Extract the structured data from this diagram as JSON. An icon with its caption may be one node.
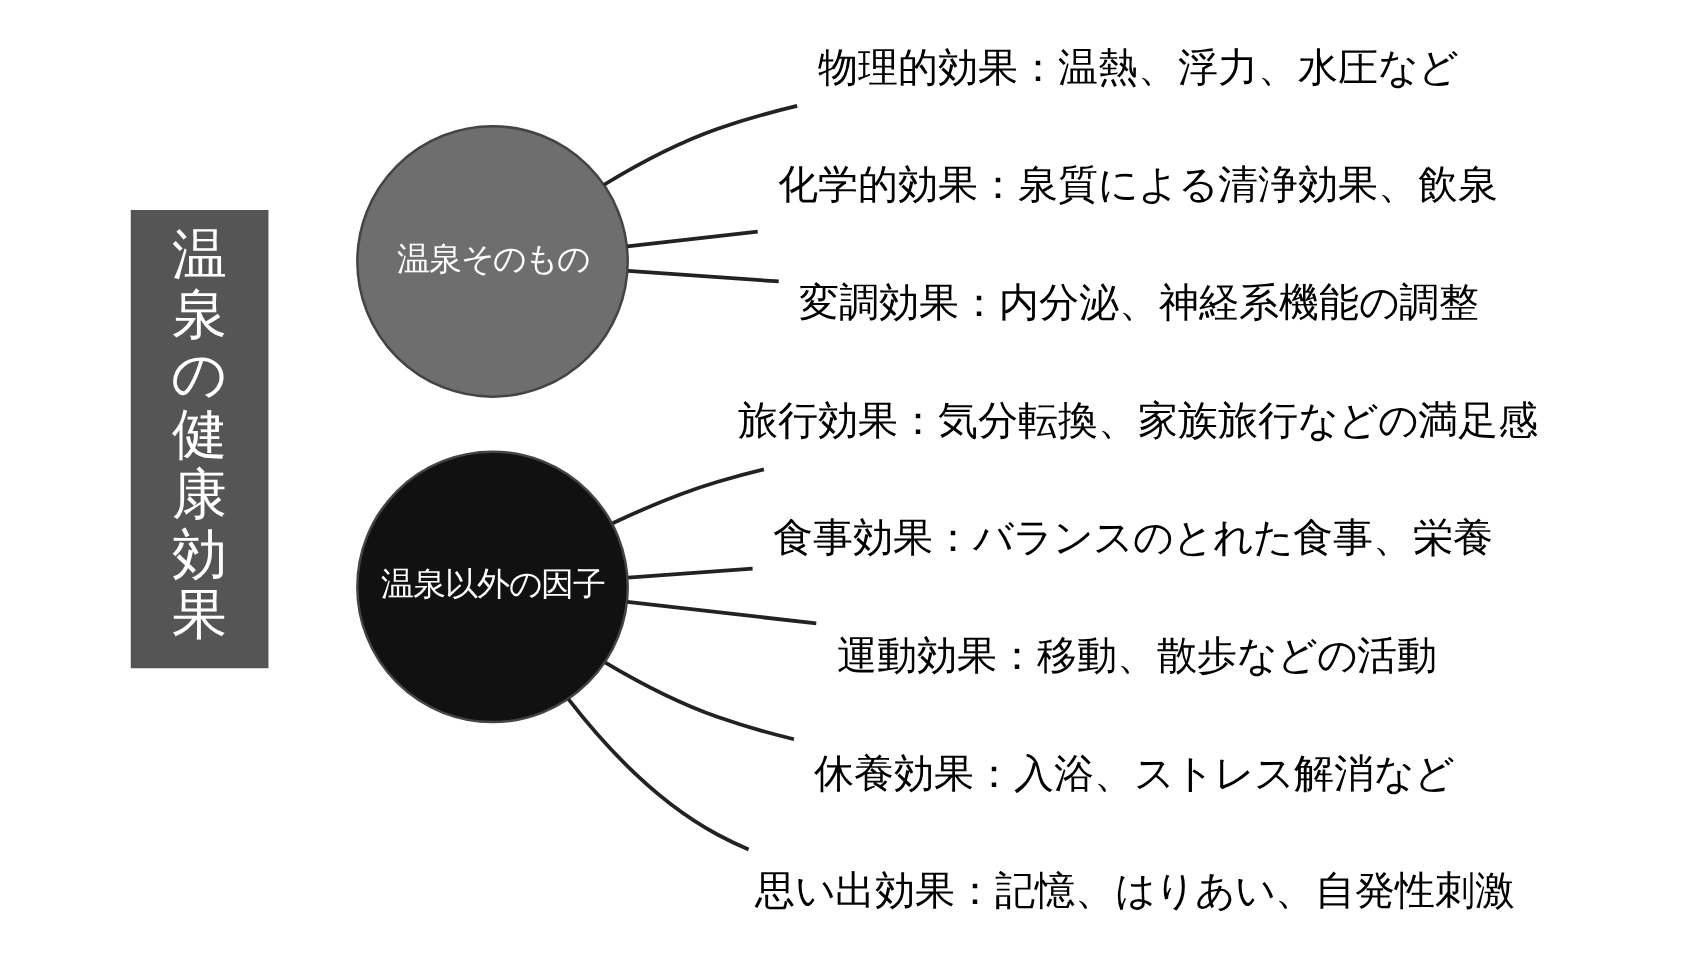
{
  "diagram": {
    "nodes": [
      {
        "text": [
          "温泉の健康効果"
        ]
      },
      {
        "text": [
          "温泉そのもの"
        ]
      },
      {
        "text": [
          "物理的効果：温熱、浮力、水圧など"
        ]
      },
      {
        "text": [
          "化学的効果：泉質による清浄効果、飲泉"
        ]
      },
      {
        "text": [
          "変調効果：内分泌、神経系機能の調整"
        ]
      },
      {
        "text": [
          "温泉以外の因子"
        ]
      },
      {
        "text": [
          "旅行効果：気分転換、家族旅行などの満足感"
        ]
      },
      {
        "text": [
          "食事効果：バランスのとれた食事、栄養"
        ]
      },
      {
        "text": [
          "運動効果：移動、散歩などの活動"
        ]
      },
      {
        "text": [
          "休養効果：入浴、ストレス解消など"
        ]
      },
      {
        "text": [
          "思い出効果：記憶、はりあい、自発性刺激"
        ]
      }
    ],
    "edges": [
      {
        "from": 1,
        "to": 2,
        "arrow": "none"
      },
      {
        "from": 1,
        "to": 3,
        "arrow": "none"
      },
      {
        "from": 1,
        "to": 4,
        "arrow": "none"
      },
      {
        "from": 5,
        "to": 6,
        "arrow": "none"
      },
      {
        "from": 5,
        "to": 7,
        "arrow": "none"
      },
      {
        "from": 5,
        "to": 8,
        "arrow": "none"
      },
      {
        "from": 5,
        "to": 9,
        "arrow": "none"
      },
      {
        "from": 5,
        "to": 10,
        "arrow": "none"
      }
    ]
  }
}
